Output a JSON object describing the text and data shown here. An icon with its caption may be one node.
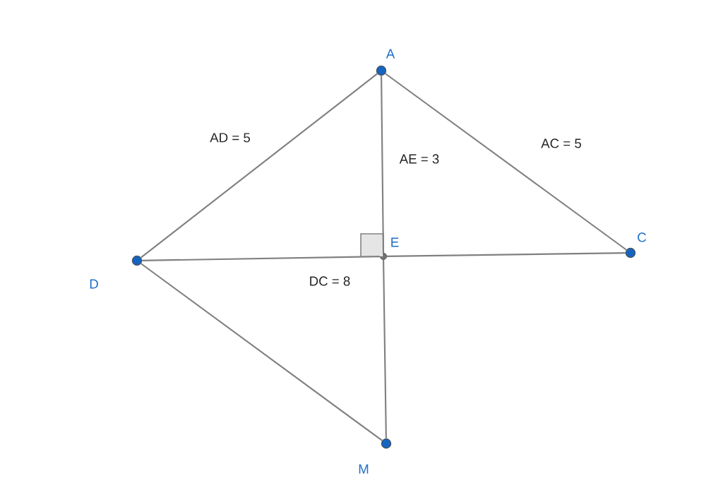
{
  "diagram": {
    "nodes": [
      {
        "text": [],
        "shape": "circle",
        "beside": [
          "A"
        ]
      },
      {
        "text": [],
        "shape": "circle",
        "beside": [
          "D"
        ]
      },
      {
        "text": [],
        "shape": "circle",
        "beside": [
          "E"
        ]
      },
      {
        "text": [],
        "shape": "circle",
        "beside": [
          "C"
        ]
      },
      {
        "text": [],
        "shape": "circle",
        "beside": [
          "M"
        ]
      }
    ],
    "edges": [
      {
        "from": 0,
        "to": 1,
        "arrow": "none"
      },
      {
        "from": 0,
        "to": 3,
        "arrow": "none"
      },
      {
        "from": 0,
        "to": 2,
        "arrow": "none"
      },
      {
        "from": 2,
        "to": 4,
        "arrow": "none"
      },
      {
        "from": 1,
        "to": 2,
        "arrow": "none"
      },
      {
        "from": 2,
        "to": 3,
        "arrow": "none"
      },
      {
        "from": 1,
        "to": 4,
        "arrow": "none"
      }
    ],
    "labels": [
      "AD = 5",
      "AC = 5",
      "AE = 3",
      "DC = 8"
    ]
  }
}
